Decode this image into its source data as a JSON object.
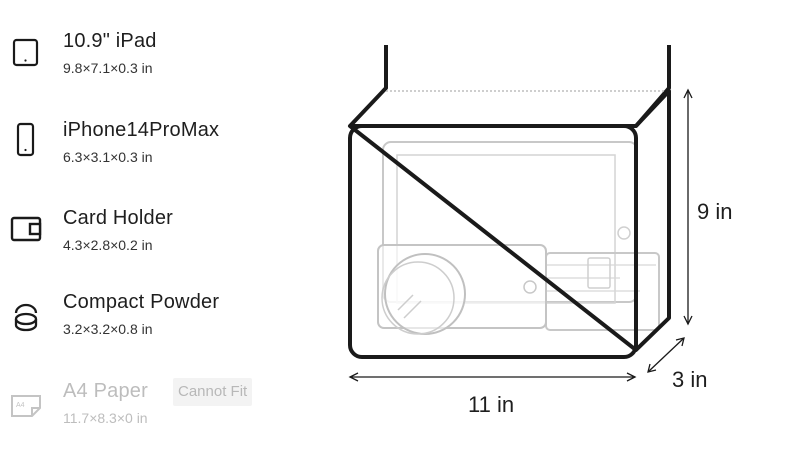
{
  "items": [
    {
      "name": "10.9\" iPad",
      "dims": "9.8×7.1×0.3 in",
      "icon": "tablet-icon",
      "fits": true
    },
    {
      "name": "iPhone14ProMax",
      "dims": "6.3×3.1×0.3 in",
      "icon": "phone-icon",
      "fits": true
    },
    {
      "name": "Card Holder",
      "dims": "4.3×2.8×0.2 in",
      "icon": "wallet-icon",
      "fits": true
    },
    {
      "name": "Compact Powder",
      "dims": "3.2×3.2×0.8 in",
      "icon": "compact-icon",
      "fits": true
    },
    {
      "name": "A4 Paper",
      "dims": "11.7×8.3×0 in",
      "icon": "paper-icon",
      "fits": false,
      "badge": "Cannot Fit"
    }
  ],
  "bag": {
    "width_label": "11 in",
    "height_label": "9 in",
    "depth_label": "3 in"
  },
  "icon_text": {
    "paper": "A4"
  },
  "colors": {
    "line": "#1a1a1a",
    "faint": "#bdbdbd",
    "badge_bg": "#f3f3f3"
  }
}
